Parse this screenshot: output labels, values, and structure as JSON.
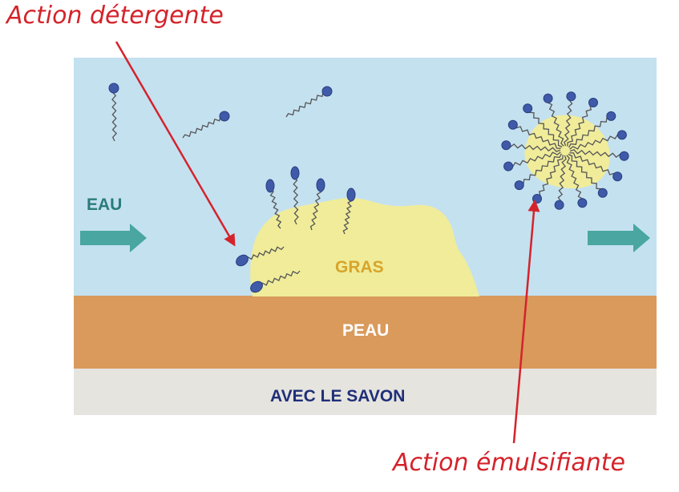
{
  "callouts": {
    "detergent": "Action détergente",
    "emulsifying": "Action émulsifiante"
  },
  "labels": {
    "water": "EAU",
    "fat": "GRAS",
    "skin": "PEAU",
    "caption": "AVEC LE SAVON"
  },
  "colors": {
    "callout_red": "#d4232b",
    "water": "#c4e1f0",
    "fat": "#f0ec9a",
    "skin": "#d99a5c",
    "bottom_band": "#e6e4df",
    "molecule_head": "#3f5aa8",
    "arrow_teal": "#49a6a0",
    "water_label": "#2b7c7a",
    "fat_label": "#d7a42a",
    "skin_label": "#ffffff",
    "caption_label": "#1f2f78"
  },
  "icons": [
    "soap-molecule-icon",
    "flow-arrow-icon",
    "micelle-icon"
  ]
}
